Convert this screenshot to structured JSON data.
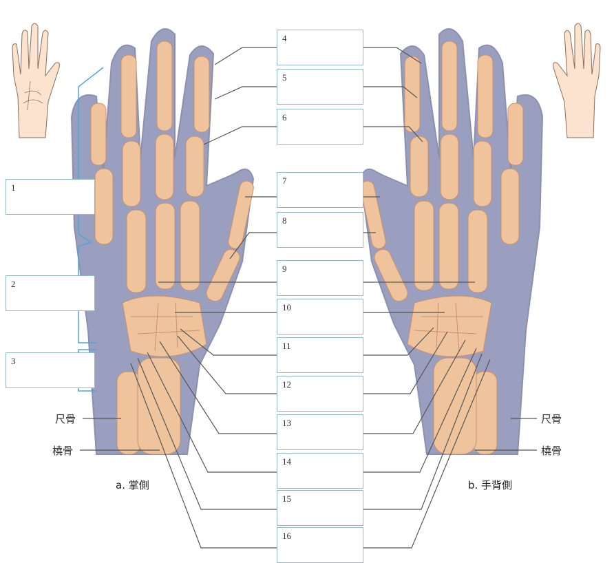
{
  "center_boxes": [
    {
      "number": "4"
    },
    {
      "number": "5"
    },
    {
      "number": "6"
    },
    {
      "number": "7"
    },
    {
      "number": "8"
    },
    {
      "number": "9"
    },
    {
      "number": "10"
    },
    {
      "number": "11"
    },
    {
      "number": "12"
    },
    {
      "number": "13"
    },
    {
      "number": "14"
    },
    {
      "number": "15"
    },
    {
      "number": "16"
    }
  ],
  "left_boxes": [
    {
      "number": "1"
    },
    {
      "number": "2"
    },
    {
      "number": "3"
    }
  ],
  "left_labels": {
    "ulna": "尺骨",
    "radius": "橈骨"
  },
  "right_labels": {
    "ulna": "尺骨",
    "radius": "橈骨"
  },
  "captions": {
    "palmar": "a. 掌側",
    "dorsal": "b. 手背側"
  },
  "colors": {
    "skin": "#9b9fbf",
    "bone": "#efc49c",
    "box_border": "#8fb8c9",
    "bracket": "#4aa8d8",
    "leader": "#555555"
  }
}
